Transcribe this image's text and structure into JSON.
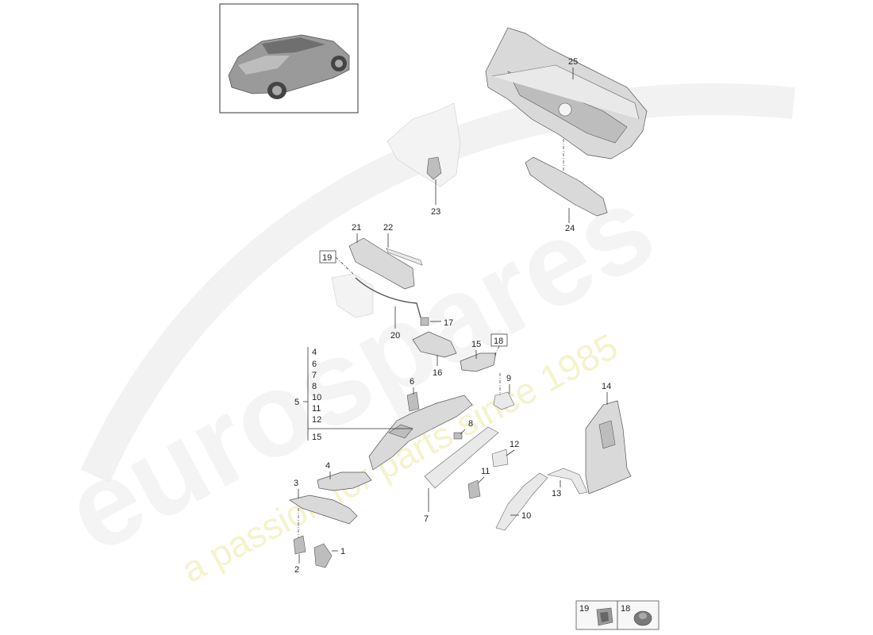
{
  "watermark": {
    "logo": "eurospares",
    "tagline": "a passion for parts since 1985",
    "logo_color": "#e6e6e6",
    "tagline_color": "#e8e59a"
  },
  "callouts": {
    "p1": "1",
    "p2": "2",
    "p3": "3",
    "p4": "4",
    "p6": "6",
    "p7": "7",
    "p8": "8",
    "p9": "9",
    "p10": "10",
    "p11": "11",
    "p12": "12",
    "p13": "13",
    "p14": "14",
    "p15": "15",
    "p16": "16",
    "p17": "17",
    "p18": "18",
    "p19": "19",
    "p20": "20",
    "p21": "21",
    "p22": "22",
    "p23": "23",
    "p24": "24",
    "p25": "25"
  },
  "group": {
    "parent": "5",
    "children": [
      "4",
      "6",
      "7",
      "8",
      "10",
      "11",
      "12"
    ],
    "extra": "15"
  },
  "legend": {
    "items": [
      {
        "label": "19",
        "icon": "clip-icon"
      },
      {
        "label": "18",
        "icon": "grommet-icon"
      }
    ]
  },
  "colors": {
    "part_fill": "#d9d9d9",
    "outline": "#555555"
  }
}
